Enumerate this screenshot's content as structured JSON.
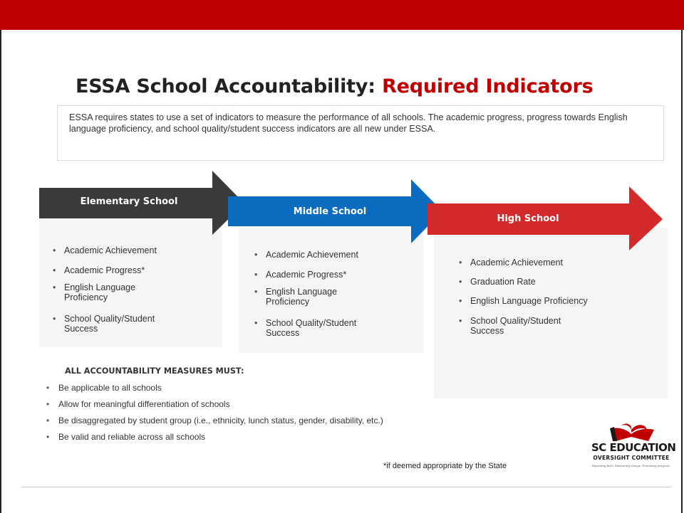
{
  "slide": {
    "title_main": "ESSA School Accountability: ",
    "title_accent": "Required Indicators",
    "intro": "ESSA requires states to use a set of indicators to measure the performance of all schools. The academic progress, progress towards English language proficiency, and school quality/student success indicators are all new under ESSA."
  },
  "colors": {
    "top_bar": "#c00000",
    "elementary_arrow": "#3a3a3a",
    "middle_arrow": "#0b6cbf",
    "high_arrow": "#d22a2a",
    "accent": "#c00000"
  },
  "levels": {
    "elementary": {
      "label": "Elementary School",
      "items": [
        "Academic Achievement",
        "Academic Progress*",
        "English Language Proficiency",
        "School Quality/Student Success"
      ]
    },
    "middle": {
      "label": "Middle School",
      "items": [
        "Academic Achievement",
        "Academic Progress*",
        "English Language Proficiency",
        "School Quality/Student Success"
      ]
    },
    "high": {
      "label": "High School",
      "items": [
        "Academic Achievement",
        "Graduation Rate",
        "English Language Proficiency",
        "School Quality/Student Success"
      ]
    }
  },
  "measures": {
    "heading": "ALL ACCOUNTABILITY MEASURES MUST:",
    "items": [
      "Be applicable to all schools",
      "Allow for meaningful differentiation of schools",
      "Be disaggregated by student group (i.e., ethnicity, lunch status, gender, disability, etc.)",
      "Be valid and reliable across all schools"
    ]
  },
  "footnote": "*if deemed appropriate by the State",
  "logo": {
    "name": "SC EDUCATION",
    "subtitle": "OVERSIGHT COMMITTEE",
    "tagline": "Reporting facts. Measuring change. Promoting progress."
  }
}
